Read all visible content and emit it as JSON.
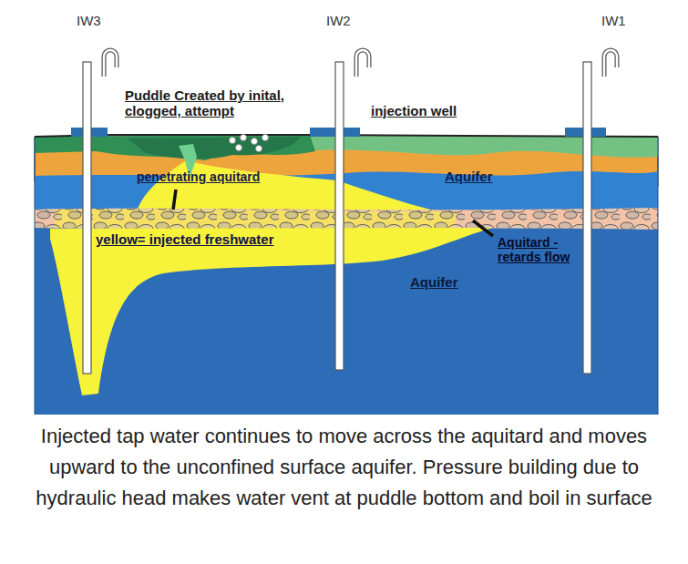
{
  "diagram": {
    "caption": "Injected tap water continues to move across the aquitard and moves upward to the unconfined surface aquifer. Pressure building due to hydraulic head makes water vent at puddle bottom and boil in surface",
    "labels": [
      "IW3",
      "IW2",
      "IW1",
      "Puddle Created by inital, clogged, attempt",
      "injection well",
      "penetrating aquitard",
      "Aquifer",
      "yellow= injected freshwater",
      "Aquitard - retards flow",
      "Aquifer"
    ]
  }
}
